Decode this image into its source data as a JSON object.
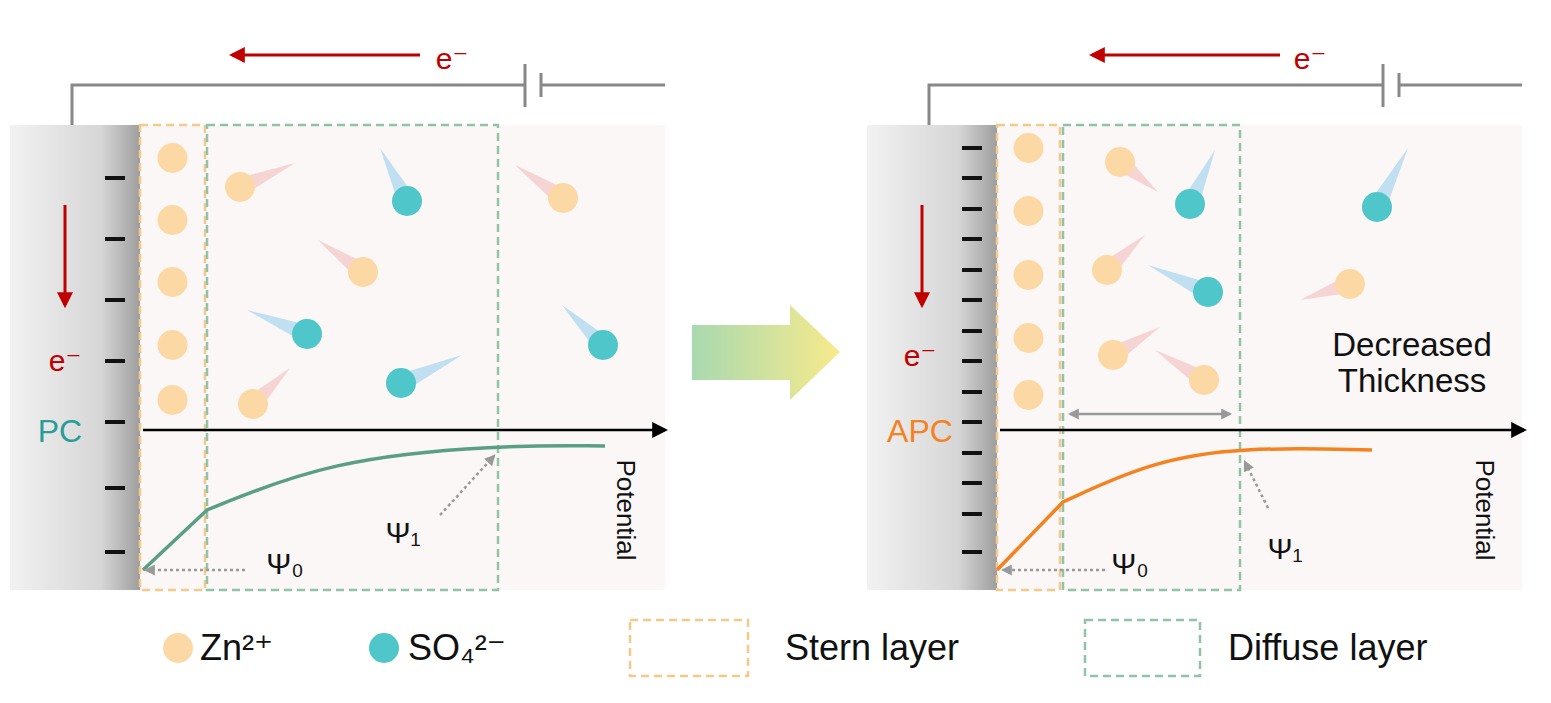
{
  "diagram": {
    "nodes": [
      {
        "text": [
          "e⁻",
          "PC"
        ]
      },
      {
        "text": [
          "e⁻",
          "APC"
        ]
      }
    ],
    "labels": [
      "e⁻",
      "Ψ₀",
      "Ψ₁",
      "Potential",
      "e⁻",
      "Decreased Thickness",
      "Ψ₀",
      "Ψ₁",
      "Potential"
    ],
    "legend": [
      {
        "text": "Zn²⁺",
        "color": "#fcd9a4"
      },
      {
        "text": "SO₄²⁻",
        "color": "#4fc6c9"
      },
      {
        "text": "Stern layer"
      },
      {
        "text": "Diffuse layer"
      }
    ]
  }
}
